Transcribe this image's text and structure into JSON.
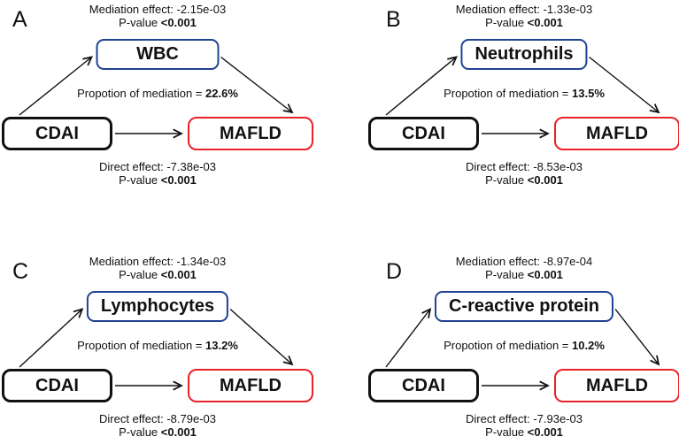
{
  "figure_type": "mediation-path-diagrams",
  "colors": {
    "mediator_border": "#1f4293",
    "outcome_border": "#ea2127",
    "exposure_border": "#111111",
    "text": "#111111",
    "background": "#ffffff"
  },
  "shared": {
    "pvalue_label": "P-value",
    "proportion_label": "Propotion of mediation ="
  },
  "panels": [
    {
      "label": "A",
      "mediation_effect": "Mediation effect: -2.15e-03",
      "mediation_pvalue": "<0.001",
      "mediator": "WBC",
      "proportion": "22.6%",
      "exposure": "CDAI",
      "outcome": "MAFLD",
      "direct_effect": "Direct effect: -7.38e-03",
      "direct_pvalue": "<0.001"
    },
    {
      "label": "B",
      "mediation_effect": "Mediation effect: -1.33e-03",
      "mediation_pvalue": "<0.001",
      "mediator": "Neutrophils",
      "proportion": "13.5%",
      "exposure": "CDAI",
      "outcome": "MAFLD",
      "direct_effect": "Direct effect: -8.53e-03",
      "direct_pvalue": "<0.001"
    },
    {
      "label": "C",
      "mediation_effect": "Mediation effect: -1.34e-03",
      "mediation_pvalue": "<0.001",
      "mediator": "Lymphocytes",
      "proportion": "13.2%",
      "exposure": "CDAI",
      "outcome": "MAFLD",
      "direct_effect": "Direct effect: -8.79e-03",
      "direct_pvalue": "<0.001"
    },
    {
      "label": "D",
      "mediation_effect": "Mediation effect: -8.97e-04",
      "mediation_pvalue": "<0.001",
      "mediator": "C-reactive protein",
      "proportion": "10.2%",
      "exposure": "CDAI",
      "outcome": "MAFLD",
      "direct_effect": "Direct effect: -7.93e-03",
      "direct_pvalue": "<0.001"
    }
  ]
}
